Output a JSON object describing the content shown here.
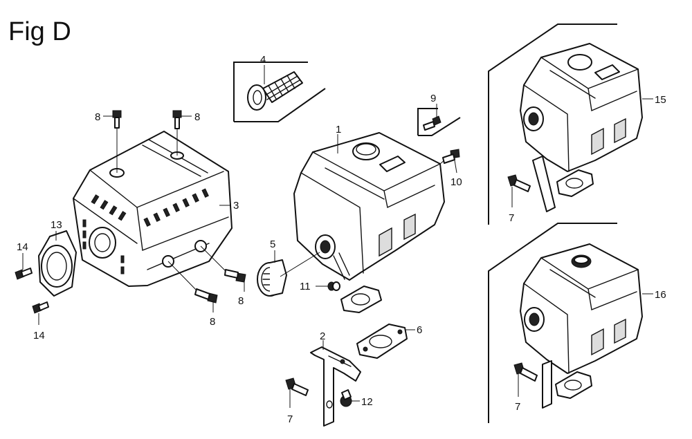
{
  "diagram": {
    "title": "Fig D",
    "callouts": {
      "c1": "1",
      "c2": "2",
      "c3": "3",
      "c4": "4",
      "c5": "5",
      "c6": "6",
      "c7a": "7",
      "c7b": "7",
      "c7c": "7",
      "c8a": "8",
      "c8b": "8",
      "c8c": "8",
      "c8d": "8",
      "c9": "9",
      "c10": "10",
      "c11": "11",
      "c12": "12",
      "c13": "13",
      "c14a": "14",
      "c14b": "14",
      "c15": "15",
      "c16": "16"
    }
  }
}
